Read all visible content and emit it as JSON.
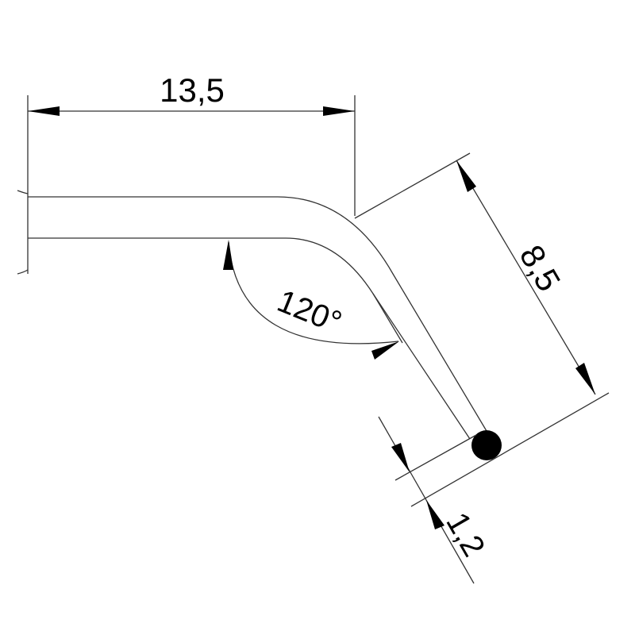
{
  "dimensions": {
    "length_top": "13,5",
    "length_leg": "8,5",
    "angle": "120°",
    "ball_diameter": "1,2"
  },
  "colors": {
    "line": "#333333",
    "fill": "#000000",
    "background": "#ffffff"
  }
}
